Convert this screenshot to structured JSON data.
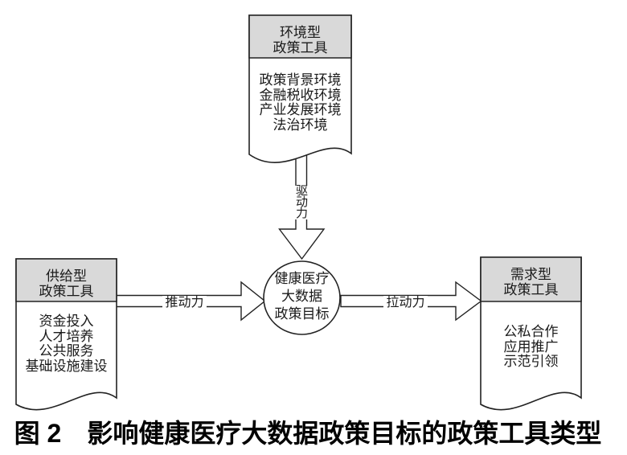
{
  "figure": {
    "caption": "图 2　影响健康医疗大数据政策目标的政策工具类型"
  },
  "boxes": {
    "environment": {
      "title_line1": "环境型",
      "title_line2": "政策工具",
      "items": [
        "政策背景环境",
        "金融税收环境",
        "产业发展环境",
        "法治环境"
      ]
    },
    "supply": {
      "title_line1": "供给型",
      "title_line2": "政策工具",
      "items": [
        "资金投入",
        "人才培养",
        "公共服务",
        "基础设施建设"
      ]
    },
    "demand": {
      "title_line1": "需求型",
      "title_line2": "政策工具",
      "items": [
        "公私合作",
        "应用推广",
        "示范引领"
      ]
    }
  },
  "center": {
    "line1": "健康医疗",
    "line2": "大数据",
    "line3": "政策目标"
  },
  "arrows": {
    "drive_label": "驱动力",
    "push_label": "推动力",
    "pull_label": "拉动力"
  },
  "colors": {
    "header_fill": "#d9d9d9",
    "stroke": "#222222",
    "background": "#ffffff"
  }
}
